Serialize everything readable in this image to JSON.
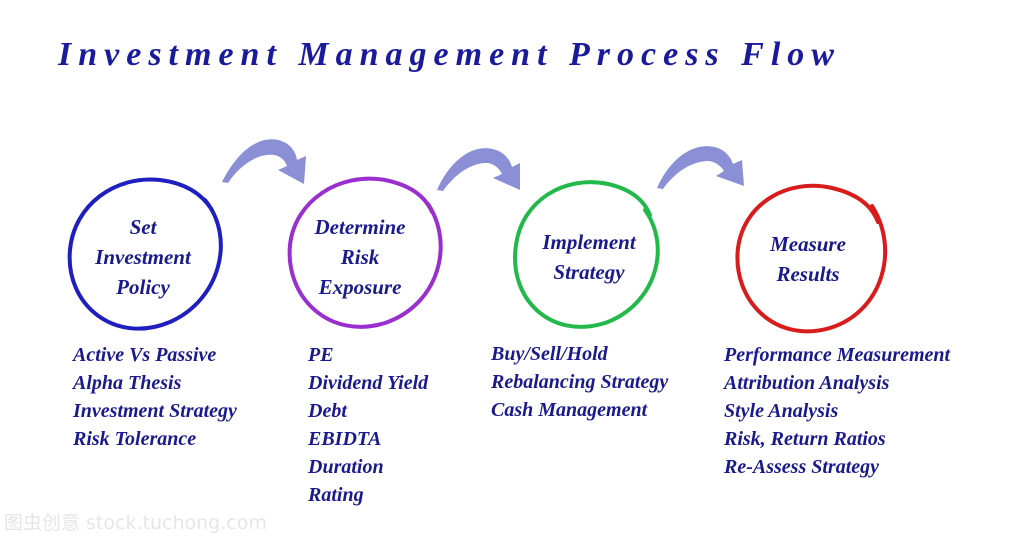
{
  "title": "Investment Management Process Flow",
  "colors": {
    "title": "#1a1a9c",
    "text": "#1a1a8c",
    "arrow": "#8b90d6",
    "steps": [
      "#1f1fbf",
      "#9a2fd0",
      "#22b94a",
      "#d81b1b"
    ]
  },
  "steps": [
    {
      "label": [
        "Set",
        "Investment",
        "Policy"
      ],
      "items": [
        "Active Vs Passive",
        "Alpha Thesis",
        "Investment Strategy",
        "Risk Tolerance"
      ]
    },
    {
      "label": [
        "Determine",
        "Risk",
        "Exposure"
      ],
      "items": [
        "PE",
        "Dividend Yield",
        "Debt",
        "EBIDTA",
        "Duration",
        "Rating"
      ]
    },
    {
      "label": [
        "Implement",
        "Strategy"
      ],
      "items": [
        "Buy/Sell/Hold",
        "Rebalancing Strategy",
        "Cash Management"
      ]
    },
    {
      "label": [
        "Measure",
        "Results"
      ],
      "items": [
        "Performance Measurement",
        "Attribution Analysis",
        "Style Analysis",
        "Risk, Return Ratios",
        "Re-Assess Strategy"
      ]
    }
  ],
  "watermark": "图虫创意 stock.tuchong.com"
}
